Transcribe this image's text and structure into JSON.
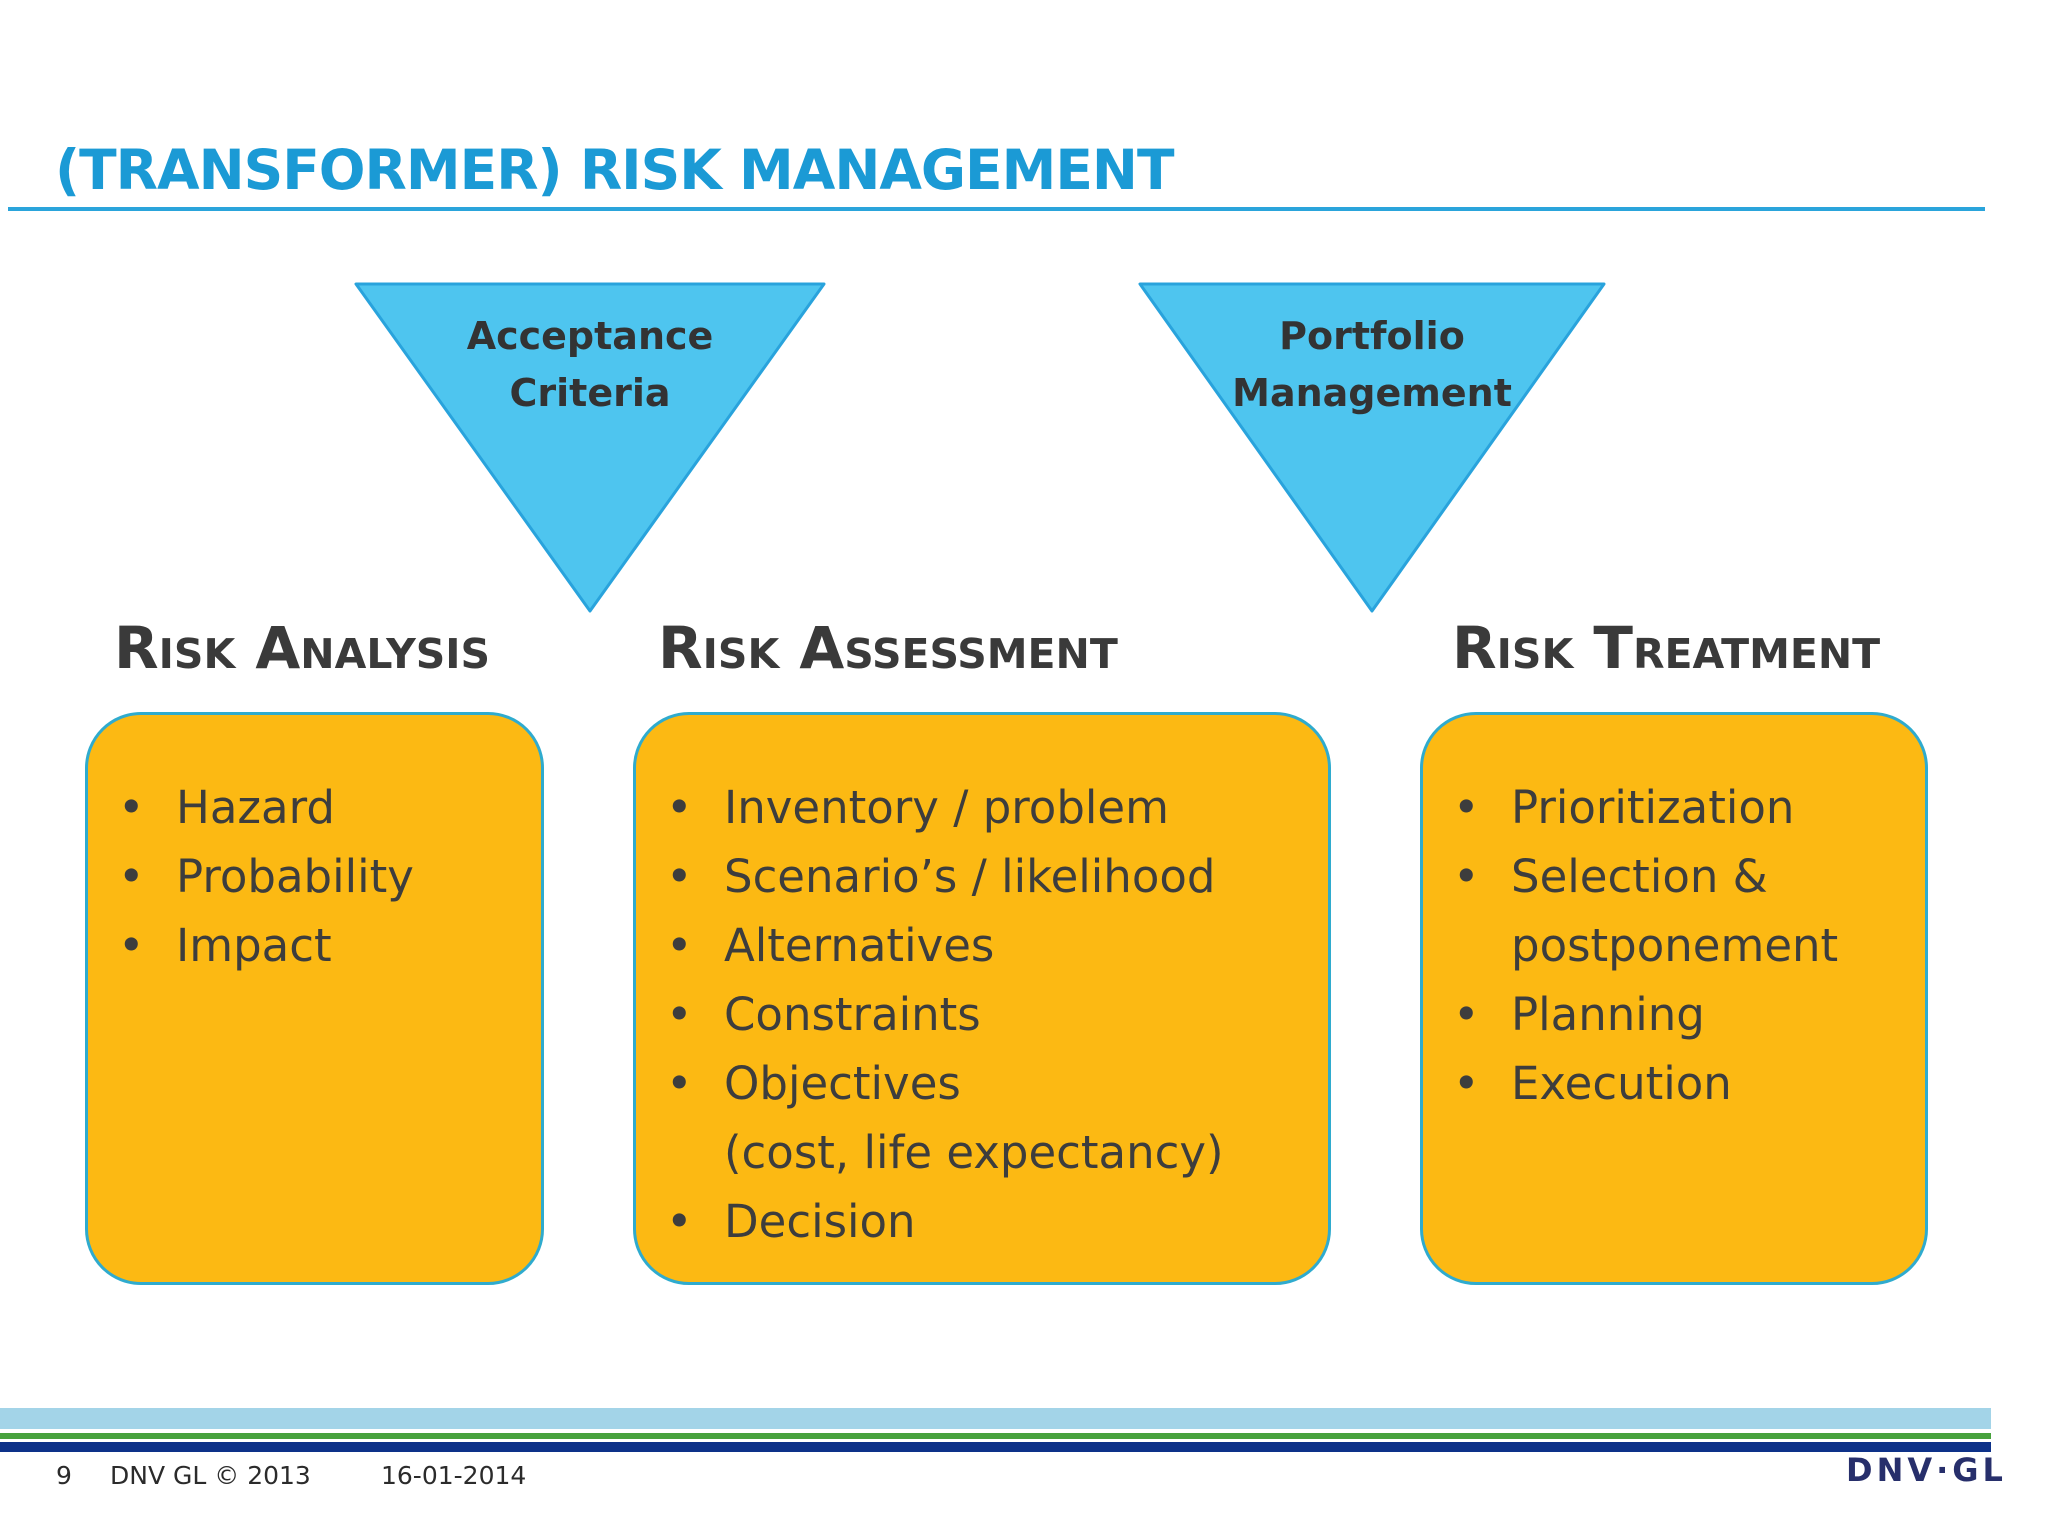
{
  "title": "(TRANSFORMER) RISK MANAGEMENT",
  "funnels": [
    {
      "label": "Acceptance\nCriteria"
    },
    {
      "label": "Portfolio\nManagement"
    }
  ],
  "columns": [
    {
      "heading": "Risk Analysis",
      "items": [
        {
          "b": "•",
          "text": "Hazard"
        },
        {
          "b": "•",
          "text": "Probability"
        },
        {
          "b": "•",
          "text": "Impact"
        }
      ]
    },
    {
      "heading": "Risk Assessment",
      "items": [
        {
          "b": "•",
          "text": "Inventory / problem"
        },
        {
          "b": "•",
          "text": "Scenario’s / likelihood"
        },
        {
          "b": "•",
          "text": "Alternatives"
        },
        {
          "b": "•",
          "text": "Constraints"
        },
        {
          "b": "•",
          "text": "Objectives"
        },
        {
          "b": "",
          "text": "(cost, life expectancy)"
        },
        {
          "b": "•",
          "text": "Decision"
        }
      ]
    },
    {
      "heading": "Risk Treatment",
      "items": [
        {
          "b": "•",
          "text": "Prioritization"
        },
        {
          "b": "•",
          "text": "Selection &"
        },
        {
          "b": "",
          "text": "postponement"
        },
        {
          "b": "•",
          "text": "Planning"
        },
        {
          "b": "•",
          "text": "Execution"
        }
      ]
    }
  ],
  "footer": {
    "page_number": "9",
    "copyright": "DNV GL © 2013",
    "date": "16-01-2014",
    "logo": "DNV·GL"
  },
  "colors": {
    "title_blue": "#1b9ad5",
    "funnel_fill": "#4ec5ef",
    "funnel_border": "#29a3dc",
    "box_fill": "#fcb913",
    "box_border": "#2fabce",
    "text_dark": "#3d3d3d",
    "stripe_light_blue": "#a3d4e8",
    "stripe_green": "#47a23d",
    "stripe_navy": "#0d3189",
    "logo_navy": "#272f6b"
  }
}
